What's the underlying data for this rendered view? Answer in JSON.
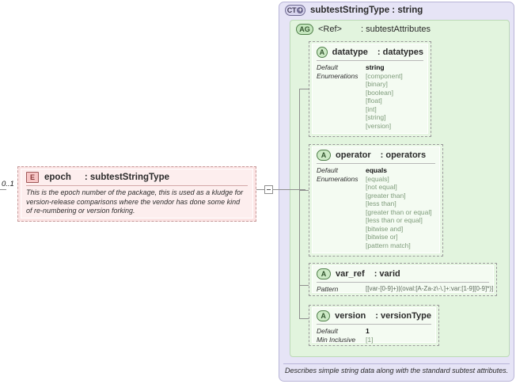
{
  "diagram": {
    "complex_type": {
      "badge": "CT",
      "badge_plus": "+",
      "title": "subtestStringType : string",
      "description": "Describes simple string data along with the standard subtest attributes."
    },
    "attribute_group": {
      "badge": "AG",
      "name": "<Ref>",
      "type": ": subtestAttributes"
    },
    "attributes": [
      {
        "badge": "A",
        "name": "datatype",
        "type": ": datatypes",
        "facet_labels": [
          "Default",
          "Enumerations"
        ],
        "default": "string",
        "enumerations": [
          "[component]",
          "[binary]",
          "[boolean]",
          "[float]",
          "[int]",
          "[string]",
          "[version]"
        ]
      },
      {
        "badge": "A",
        "name": "operator",
        "type": ": operators",
        "facet_labels": [
          "Default",
          "Enumerations"
        ],
        "default": "equals",
        "enumerations": [
          "[equals]",
          "[not equal]",
          "[greater than]",
          "[less than]",
          "[greater than or equal]",
          "[less than or equal]",
          "[bitwise and]",
          "[bitwise or]",
          "[pattern match]"
        ]
      },
      {
        "badge": "A",
        "name": "var_ref",
        "type": ": varid",
        "facet_labels": [
          "Pattern"
        ],
        "pattern": "[[var-[0-9]+)|(oval:[A-Za-z\\-\\.]+:var:[1-9][0-9]*)]"
      },
      {
        "badge": "A",
        "name": "version",
        "type": ": versionType",
        "facet_labels": [
          "Default",
          "Min Inclusive"
        ],
        "default": "1",
        "min_inclusive": "[1]"
      }
    ],
    "element": {
      "badge": "E",
      "name": "epoch",
      "type": ": subtestStringType",
      "cardinality": "0..1",
      "documentation": "This is the epoch number of the package, this is used as a kludge for version-release comparisons where the vendor has done some kind of re-numbering or version forking."
    }
  }
}
